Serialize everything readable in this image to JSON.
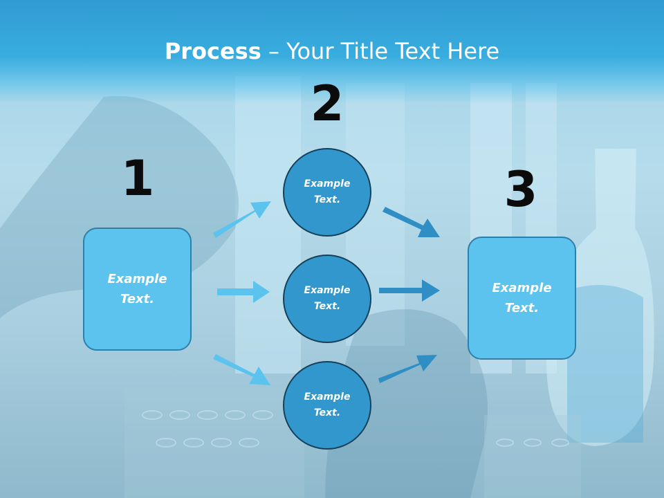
{
  "slide": {
    "title_bold": "Process",
    "title_rest": " – Your Title Text Here"
  },
  "steps": {
    "left": {
      "number": "1",
      "text": "Example Text."
    },
    "middle": {
      "number": "2",
      "circles": [
        "Example Text.",
        "Example Text.",
        "Example Text."
      ]
    },
    "right": {
      "number": "3",
      "text": "Example Text."
    }
  },
  "colors": {
    "title_band": "#39addf",
    "box_fill": "#5cc3ee",
    "circle_fill": "#3197cc",
    "arrow_light": "#5cc3ee",
    "arrow_dark": "#2f8fc4"
  }
}
